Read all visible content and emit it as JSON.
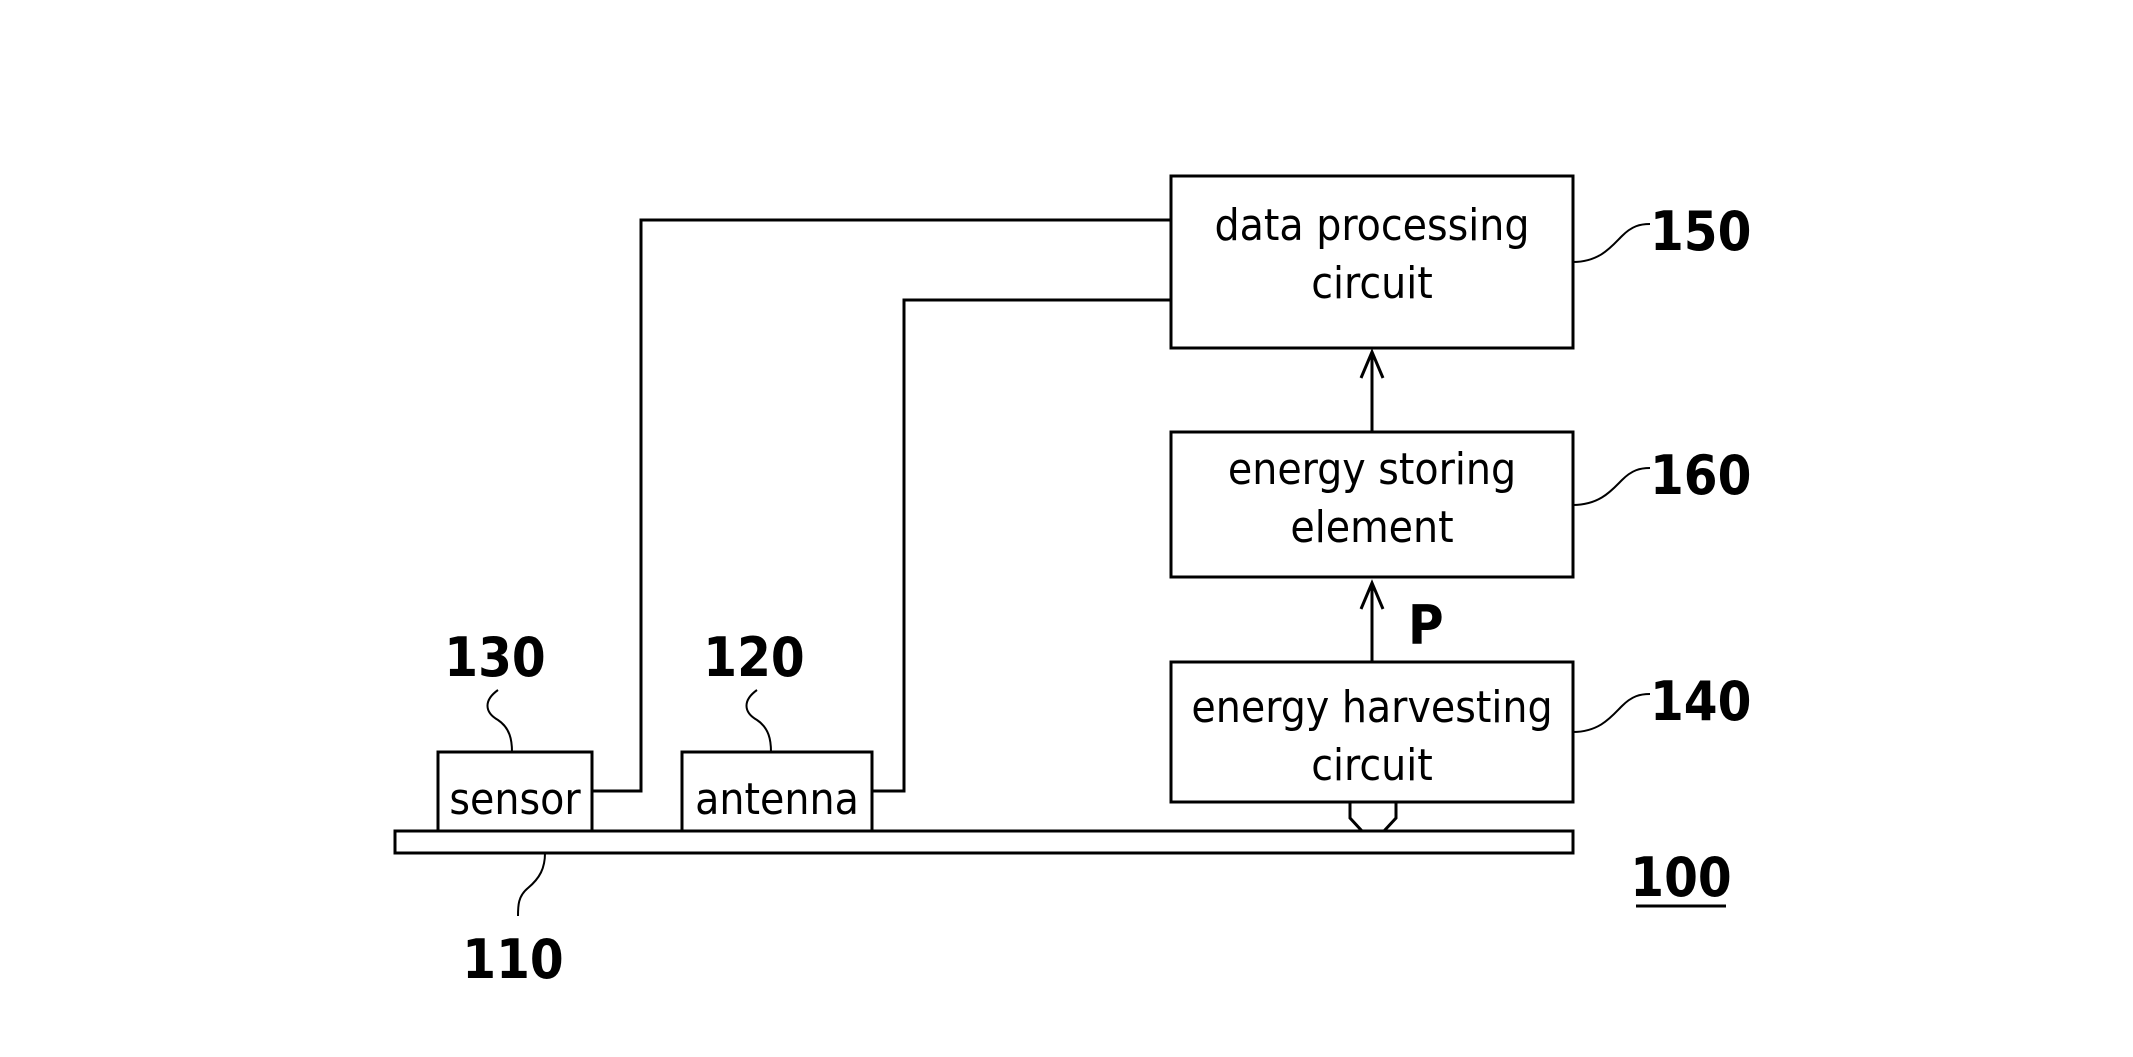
{
  "blocks": {
    "data_processing": {
      "line1": "data processing",
      "line2": "circuit",
      "ref": "150"
    },
    "energy_storing": {
      "line1": "energy storing",
      "line2": "element",
      "ref": "160"
    },
    "energy_harvesting": {
      "line1": "energy harvesting",
      "line2": "circuit",
      "ref": "140"
    },
    "sensor": {
      "label": "sensor",
      "ref": "130"
    },
    "antenna": {
      "label": "antenna",
      "ref": "120"
    }
  },
  "substrate": {
    "ref": "110"
  },
  "signal_label": "P",
  "figure_ref": "100"
}
